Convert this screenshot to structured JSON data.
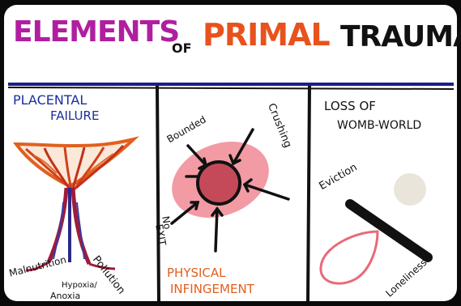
{
  "title": {
    "word1": "ELEMENTS",
    "word2": "OF",
    "word3": "PRIMAL",
    "word4": "TRAUMA"
  },
  "panels": [
    {
      "heading_line1": "PLACENTAL",
      "heading_line2": "FAILURE",
      "labels": {
        "malnutrition": "Malnutrition",
        "pollution": "Pollution",
        "hypoxia": "Hypoxia/",
        "anoxia": "Anoxia"
      }
    },
    {
      "heading_line1": "PHYSICAL",
      "heading_line2": "INFINGEMENT",
      "labels": {
        "bounded": "Bounded",
        "crushing": "Crushing",
        "no": "No",
        "exit": "EXIT"
      }
    },
    {
      "heading_line1": "LOSS OF",
      "heading_line2": "WOMB-WORLD",
      "labels": {
        "eviction": "Eviction",
        "loneliness": "Loneliness"
      }
    }
  ],
  "colors": {
    "title_magenta": "#b01fa0",
    "title_orange": "#e8521c",
    "ink_black": "#111111",
    "ink_blue": "#1c2f9c",
    "marker_orange": "#e0601e",
    "marker_pink": "#e86a78",
    "pale_pink": "#f2a3ad"
  },
  "icons": [
    "placenta-tree-drawing",
    "pressure-blob-with-arrows",
    "eviction-stick-and-sac"
  ]
}
